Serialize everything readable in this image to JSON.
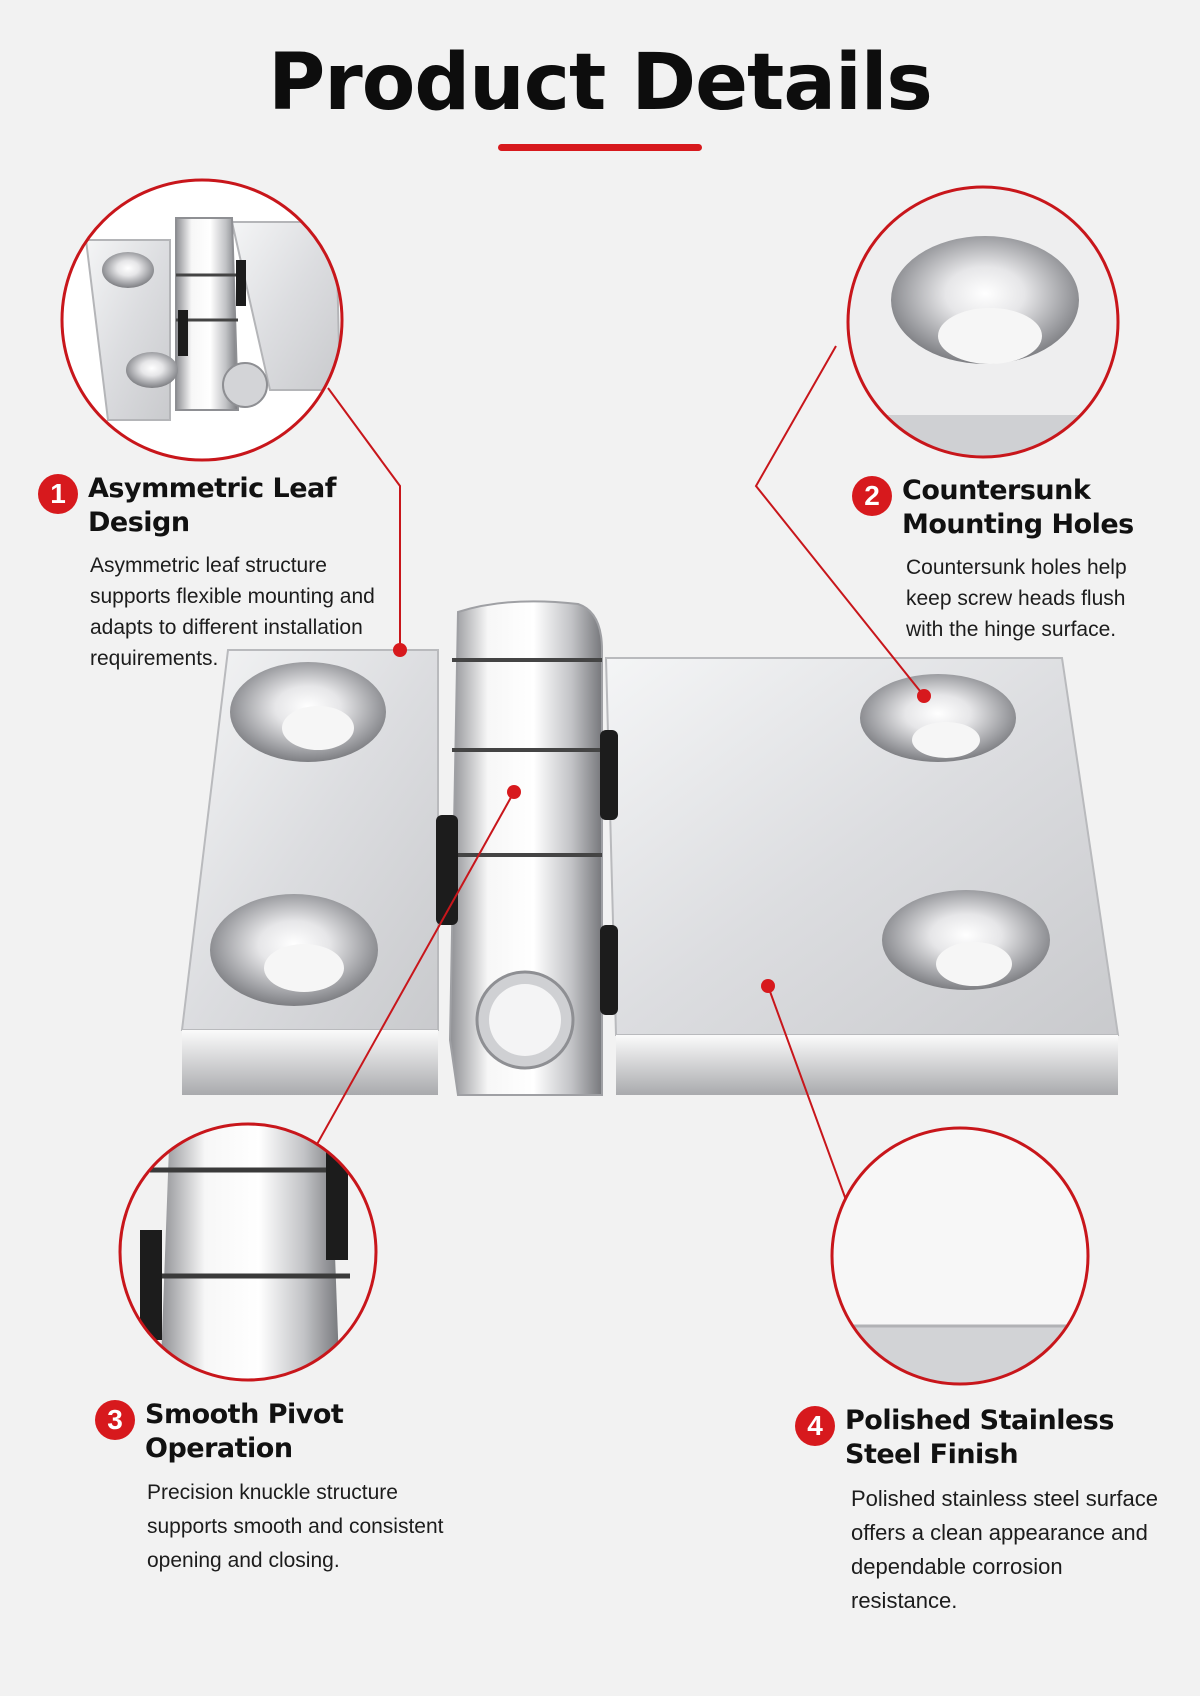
{
  "header": {
    "title": "Product Details"
  },
  "features": [
    {
      "number": "1",
      "title": "Asymmetric Leaf Design",
      "description": "Asymmetric leaf structure supports flexible mounting and adapts to different installation requirements."
    },
    {
      "number": "2",
      "title": "Countersunk Mounting Holes",
      "description": "Countersunk holes help keep screw heads flush with the hinge surface."
    },
    {
      "number": "3",
      "title": "Smooth Pivot Operation",
      "description": "Precision knuckle structure supports smooth and consistent opening and closing."
    },
    {
      "number": "4",
      "title": "Polished Stainless Steel Finish",
      "description": "Polished stainless steel surface offers a clean appearance and dependable corrosion resistance."
    }
  ],
  "colors": {
    "accent": "#d7191d",
    "background": "#f2f2f2",
    "steel": "#d9dadd"
  }
}
